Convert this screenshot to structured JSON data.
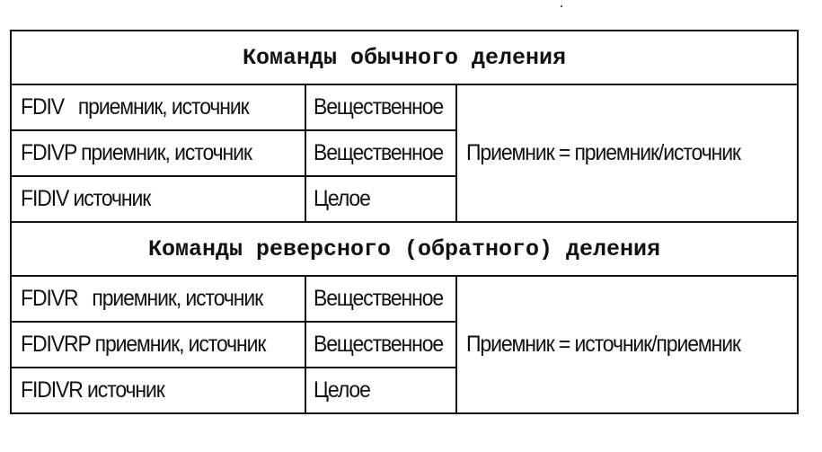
{
  "sections": [
    {
      "heading": "Команды обычного деления",
      "rows": [
        {
          "command": "FDIV   приемник, источник",
          "operand_type": "Вещественное"
        },
        {
          "command": "FDIVP приемник, источник",
          "operand_type": "Вещественное"
        },
        {
          "command": "FIDIV источник",
          "operand_type": "Целое"
        }
      ],
      "result": "Приемник = приемник/источник"
    },
    {
      "heading": "Команды реверсного (обратного) деления",
      "rows": [
        {
          "command": "FDIVR   приемник, источник",
          "operand_type": "Вещественное"
        },
        {
          "command": "FDIVRP приемник, источник",
          "operand_type": "Вещественное"
        },
        {
          "command": "FIDIVR источник",
          "operand_type": "Целое"
        }
      ],
      "result": "Приемник = источник/приемник"
    }
  ]
}
